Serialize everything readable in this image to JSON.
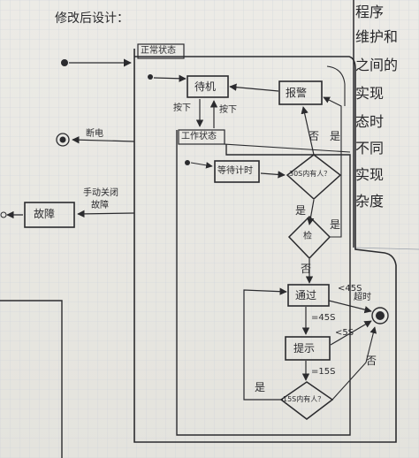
{
  "title": "修改后设计：",
  "superstate_label": "正常状态",
  "states": {
    "standby": "待机",
    "alarm": "报警",
    "working": "工作状态",
    "count_time": "等待计时",
    "pass": "通过",
    "prompt": "提示",
    "fault": "故障"
  },
  "decisions": {
    "d_top": "30S内有人？",
    "d_mid": "检",
    "d_bottom": "15S内有人？"
  },
  "transitions": {
    "power_off": "断电",
    "press": "按下",
    "press_no": "按下",
    "manual_off": "手动关闭",
    "fault_detect": "故障",
    "yes": "是",
    "no": "否",
    "lt45": "<45S",
    "ge45": "=45S",
    "lt5": "<5S",
    "eq15": "=15S",
    "overtime": "超时"
  },
  "side_notes": [
    "程序",
    "维护和",
    "之间的",
    "实现",
    "态时",
    "不同",
    "实现",
    "杂度"
  ],
  "colors": {
    "ink": "#2b2b2e",
    "paper": "#e9e8e3",
    "grid": "#cfd3dc"
  }
}
